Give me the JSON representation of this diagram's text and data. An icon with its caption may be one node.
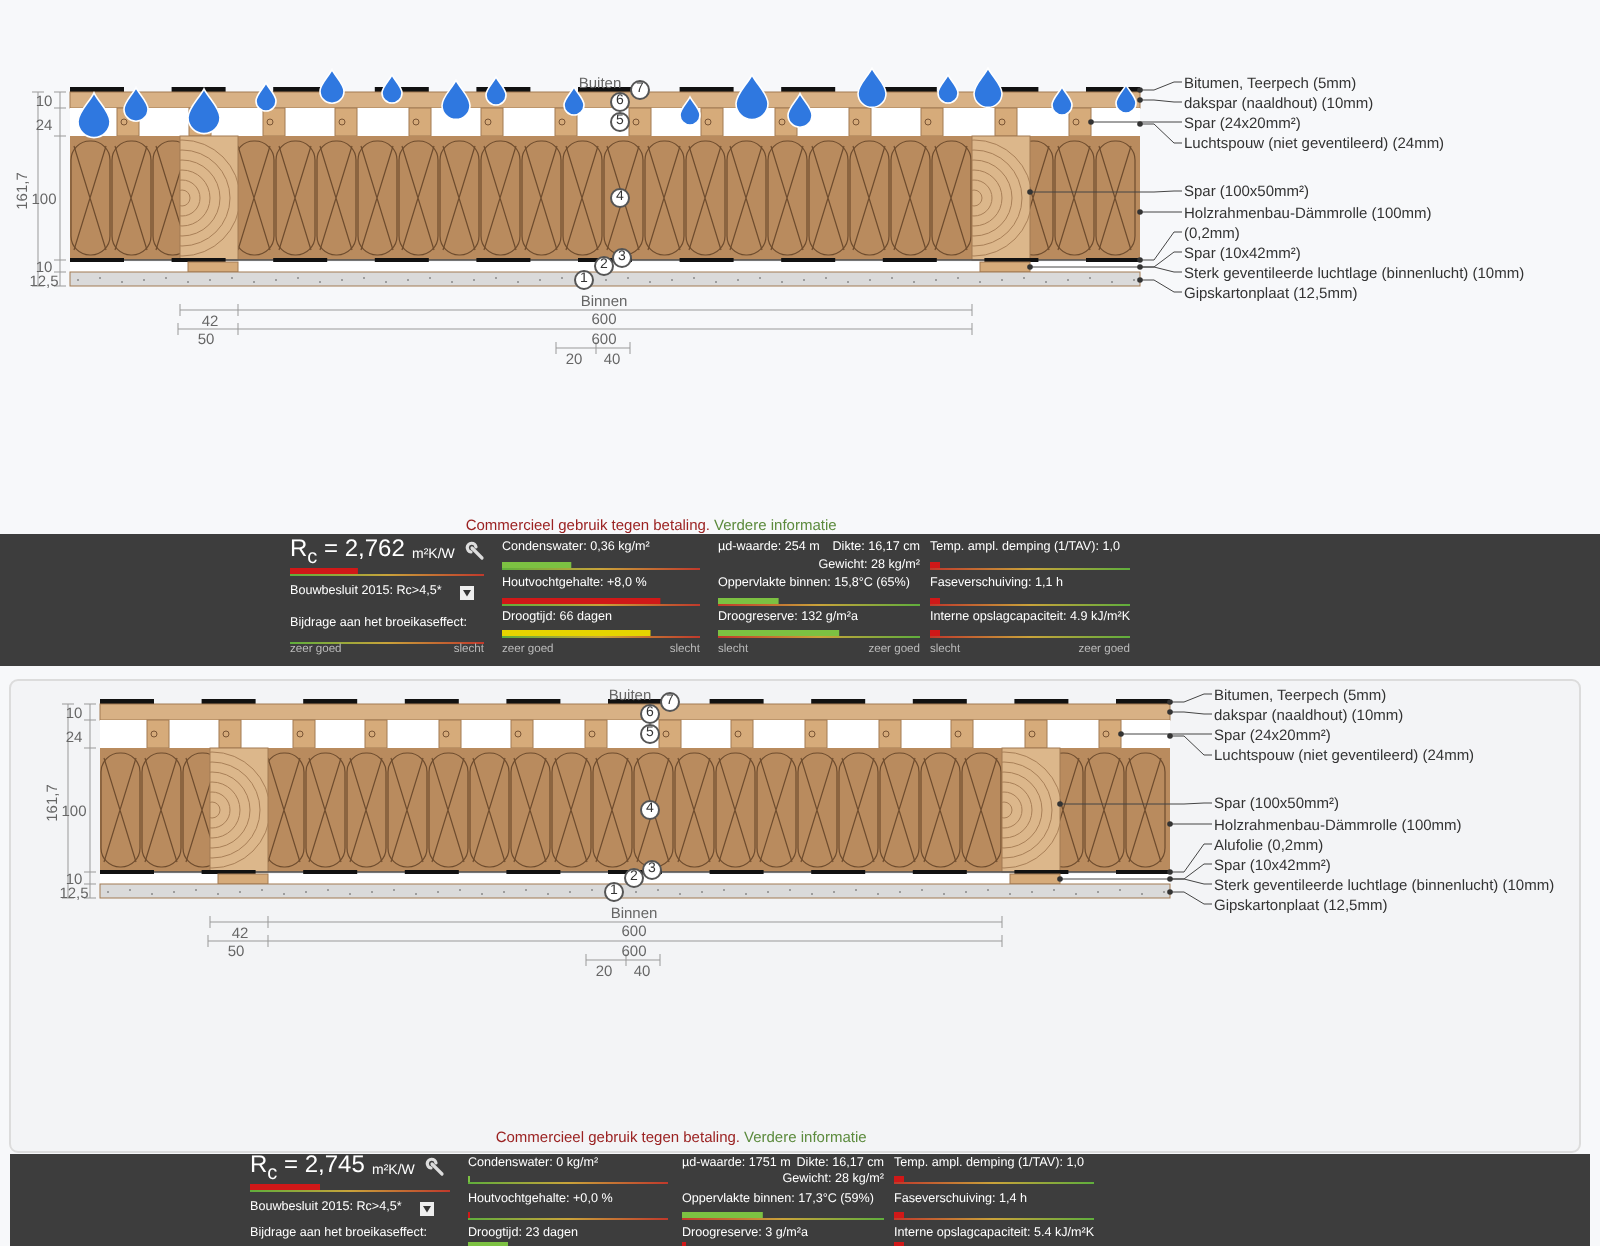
{
  "diagram": {
    "nodes": [
      {
        "text": [
          "Bitumen, Teerpech (5mm)"
        ]
      },
      {
        "text": [
          "dakspar (naaldhout) (10mm)"
        ]
      },
      {
        "text": [
          "Spar (24x20mm²)"
        ]
      },
      {
        "text": [
          "Luchtspouw (niet geventileerd) (24mm)"
        ]
      },
      {
        "text": [
          "Spar (100x50mm²)"
        ]
      },
      {
        "text": [
          "Holzrahmenbau-Dämmrolle (100mm)"
        ]
      },
      {
        "text": [
          "(0,2mm)"
        ]
      },
      {
        "text": [
          "Spar (10x42mm²)"
        ]
      },
      {
        "text": [
          "Sterk geventileerde luchtlage (binnenlucht) (10mm)"
        ]
      },
      {
        "text": [
          "Gipskartonplaat (12,5mm)"
        ]
      },
      {
        "text": [
          "Bitumen, Teerpech (5mm)"
        ]
      },
      {
        "text": [
          "dakspar (naaldhout) (10mm)"
        ]
      },
      {
        "text": [
          "Spar (24x20mm²)"
        ]
      },
      {
        "text": [
          "Luchtspouw (niet geventileerd) (24mm)"
        ]
      },
      {
        "text": [
          "Spar (100x50mm²)"
        ]
      },
      {
        "text": [
          "Holzrahmenbau-Dämmrolle (100mm)"
        ]
      },
      {
        "text": [
          "Alufolie (0,2mm)"
        ]
      },
      {
        "text": [
          "Spar (10x42mm²)"
        ]
      },
      {
        "text": [
          "Sterk geventileerde luchtlage (binnenlucht) (10mm)"
        ]
      },
      {
        "text": [
          "Gipskartonplaat (12,5mm)"
        ]
      },
      {
        "text": [],
        "shape": "bar"
      },
      {
        "text": [],
        "shape": "box"
      },
      {
        "text": [],
        "shape": "bar"
      },
      {
        "text": [],
        "shape": "box",
        "in": 22
      },
      {
        "text": [],
        "shape": "box",
        "in": 22
      },
      {
        "text": [],
        "shape": "box",
        "in": 22
      },
      {
        "text": [],
        "shape": "box",
        "in": 22
      },
      {
        "text": [],
        "shape": "box",
        "in": 22
      },
      {
        "text": [],
        "shape": "box",
        "in": 22
      },
      {
        "text": [],
        "shape": "box",
        "in": 22
      },
      {
        "text": [],
        "shape": "box",
        "in": 22
      },
      {
        "text": [],
        "shape": "box",
        "in": 22
      },
      {
        "text": [],
        "shape": "box",
        "in": 22
      },
      {
        "text": [],
        "shape": "box",
        "in": 22
      },
      {
        "text": [],
        "shape": "box",
        "in": 22
      },
      {
        "text": [],
        "shape": "box",
        "in": 22
      },
      {
        "text": [],
        "shape": "box",
        "in": 22
      },
      {
        "text": [],
        "shape": "bar"
      },
      {
        "text": [],
        "shape": "box",
        "in": 37
      },
      {
        "text": [],
        "shape": "box",
        "in": 37
      },
      {
        "text": [],
        "shape": "bar"
      },
      {
        "text": [],
        "shape": "bar"
      },
      {
        "text": [],
        "shape": "box",
        "in": 41
      },
      {
        "text": [],
        "shape": "box",
        "in": 41
      },
      {
        "text": [],
        "shape": "box"
      },
      {
        "text": [],
        "shape": "bar"
      },
      {
        "text": [],
        "shape": "box"
      },
      {
        "text": [],
        "shape": "bar"
      },
      {
        "text": [],
        "shape": "box",
        "in": 47
      },
      {
        "text": [],
        "shape": "box",
        "in": 47
      },
      {
        "text": [],
        "shape": "box",
        "in": 47
      },
      {
        "text": [],
        "shape": "box",
        "in": 47
      },
      {
        "text": [],
        "shape": "box",
        "in": 47
      },
      {
        "text": [],
        "shape": "box",
        "in": 47
      },
      {
        "text": [],
        "shape": "box",
        "in": 47
      },
      {
        "text": [],
        "shape": "box",
        "in": 47
      },
      {
        "text": [],
        "shape": "box",
        "in": 47
      },
      {
        "text": [],
        "shape": "box",
        "in": 47
      },
      {
        "text": [],
        "shape": "box",
        "in": 47
      },
      {
        "text": [],
        "shape": "box",
        "in": 47
      },
      {
        "text": [],
        "shape": "box",
        "in": 47
      },
      {
        "text": [],
        "shape": "box",
        "in": 47
      },
      {
        "text": [],
        "shape": "bar"
      },
      {
        "text": [],
        "shape": "box",
        "in": 62
      },
      {
        "text": [],
        "shape": "box",
        "in": 62
      },
      {
        "text": [],
        "shape": "bar"
      },
      {
        "text": [],
        "shape": "bar"
      },
      {
        "text": [],
        "shape": "box",
        "in": 66
      },
      {
        "text": [],
        "shape": "box",
        "in": 66
      },
      {
        "text": [],
        "shape": "box"
      }
    ],
    "edges": [
      {
        "from": 0,
        "to": 20,
        "arrow": "other"
      },
      {
        "from": 1,
        "to": 21,
        "arrow": "other"
      },
      {
        "from": 2,
        "to": 36,
        "arrow": "other"
      },
      {
        "from": 3,
        "to": 22,
        "arrow": "other"
      },
      {
        "from": 4,
        "to": 39,
        "arrow": "other"
      },
      {
        "from": 5,
        "to": 37,
        "arrow": "other"
      },
      {
        "from": 6,
        "to": 40,
        "arrow": "other"
      },
      {
        "from": 7,
        "to": 43,
        "arrow": "other"
      },
      {
        "from": 8,
        "to": 41,
        "arrow": "other"
      },
      {
        "from": 9,
        "to": 44,
        "arrow": "other"
      },
      {
        "from": 10,
        "to": 45,
        "arrow": "other"
      },
      {
        "from": 11,
        "to": 46,
        "arrow": "other"
      },
      {
        "from": 12,
        "to": 61,
        "arrow": "other"
      },
      {
        "from": 13,
        "to": 47,
        "arrow": "other"
      },
      {
        "from": 14,
        "to": 64,
        "arrow": "other"
      },
      {
        "from": 15,
        "to": 62,
        "arrow": "other"
      },
      {
        "from": 16,
        "to": 65,
        "arrow": "other"
      },
      {
        "from": 17,
        "to": 68,
        "arrow": "other"
      },
      {
        "from": 18,
        "to": 66,
        "arrow": "other"
      },
      {
        "from": 19,
        "to": 69,
        "arrow": "other"
      }
    ],
    "labels": [
      "Buiten",
      "7",
      "6",
      "5",
      "4",
      "3",
      "2",
      "1",
      "Binnen",
      "10",
      "24",
      "100",
      "10",
      "12,5",
      "161,7",
      "42",
      "600",
      "50",
      "600",
      "20",
      "40",
      "Commercieel gebruik tegen betaling.",
      "Verdere informatie",
      "R$_{c}$ = 2,762",
      "m²K/W",
      "Bouwbesluit 2015: Rc>4,5*",
      "Bijdrage aan het broeikaseffect:",
      "zeer goed",
      "slecht",
      "Condenswater: 0,36 kg/m²",
      "Houtvochtgehalte: +8,0 %",
      "Droogtijd: 66 dagen",
      "zeer goed",
      "slecht",
      "µd-waarde: 254 m",
      "Dikte: 16,17 cm",
      "Gewicht: 28 kg/m²",
      "Oppervlakte binnen: 15,8°C (65%)",
      "Droogreserve: 132 g/m²a",
      "slecht",
      "zeer goed",
      "Temp. ampl. demping (1/TAV): 1,0",
      "Faseverschuiving: 1,1 h",
      "Interne opslagcapaciteit: 4.9 kJ/m²K",
      "slecht",
      "zeer goed",
      "Buiten",
      "7",
      "6",
      "5",
      "4",
      "3",
      "2",
      "1",
      "Binnen",
      "10",
      "24",
      "100",
      "10",
      "12,5",
      "161,7",
      "42",
      "600",
      "50",
      "600",
      "20",
      "40",
      "Commercieel gebruik tegen betaling.",
      "Verdere informatie",
      "R$_{c}$ = 2,745",
      "m²K/W",
      "Bouwbesluit 2015: Rc>4,5*",
      "Bijdrage aan het broeikaseffect:",
      "Condenswater: 0 kg/m²",
      "Houtvochtgehalte: +0,0 %",
      "Droogtijd: 23 dagen",
      "µd-waarde: 1751 m",
      "Dikte: 16,17 cm",
      "Gewicht: 28 kg/m²",
      "Oppervlakte binnen: 17,3°C (59%)",
      "Droogreserve: 3 g/m²a",
      "Temp. ampl. demping (1/TAV): 1,0",
      "Faseverschuiving: 1,4 h",
      "Interne opslagcapaciteit: 5.4 kJ/m²K"
    ]
  }
}
